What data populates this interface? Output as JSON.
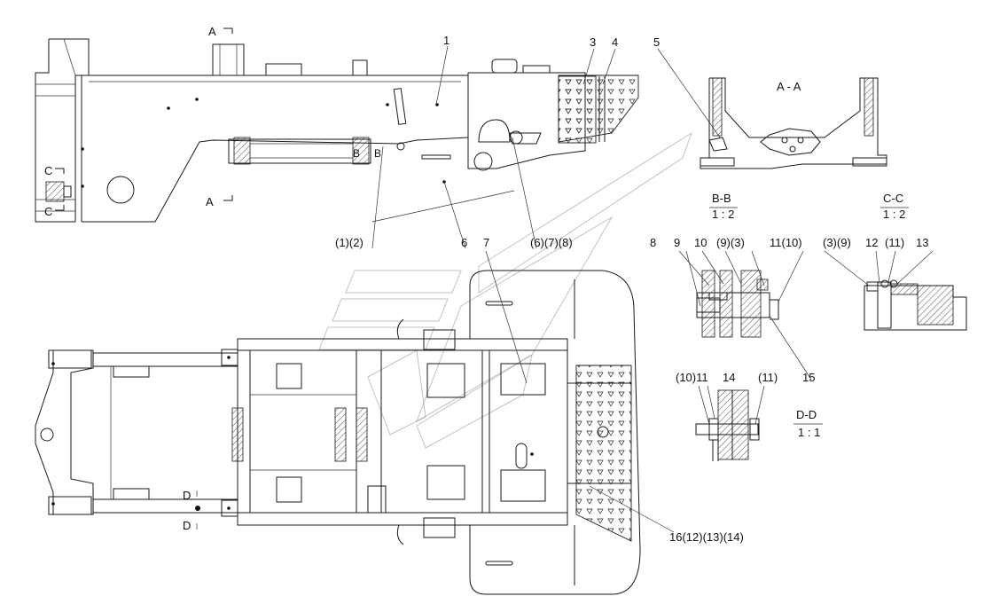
{
  "labels": {
    "section_a_top": "A",
    "section_a_bottom": "A",
    "section_c_top": "C",
    "section_c_bottom": "C",
    "section_d_top": "D",
    "section_d_bottom": "D",
    "section_b_mark_1": "B",
    "section_b_mark_2": "B"
  },
  "callouts": {
    "c1": "1",
    "c3": "3",
    "c4": "4",
    "c5": "5",
    "c6": "6",
    "c7": "7",
    "c8": "8",
    "c9": "9",
    "c10": "10",
    "c9_3": "(9)(3)",
    "c11_10": "11(10)",
    "c3_9": "(3)(9)",
    "c12": "12",
    "c11p": "(11)",
    "c13": "13",
    "c1_2": "(1)(2)",
    "c6_7_8": "(6)(7)(8)",
    "c15": "15",
    "c10_11": "(10)11",
    "c14": "14",
    "c11p_dd": "(11)",
    "c16": "16(12)(13)(14)"
  },
  "views": {
    "aa_title": "A - A",
    "bb_title": "B-B",
    "bb_scale": "1 : 2",
    "cc_title": "C-C",
    "cc_scale": "1 : 2",
    "dd_title": "D-D",
    "dd_scale": "1 : 1"
  }
}
